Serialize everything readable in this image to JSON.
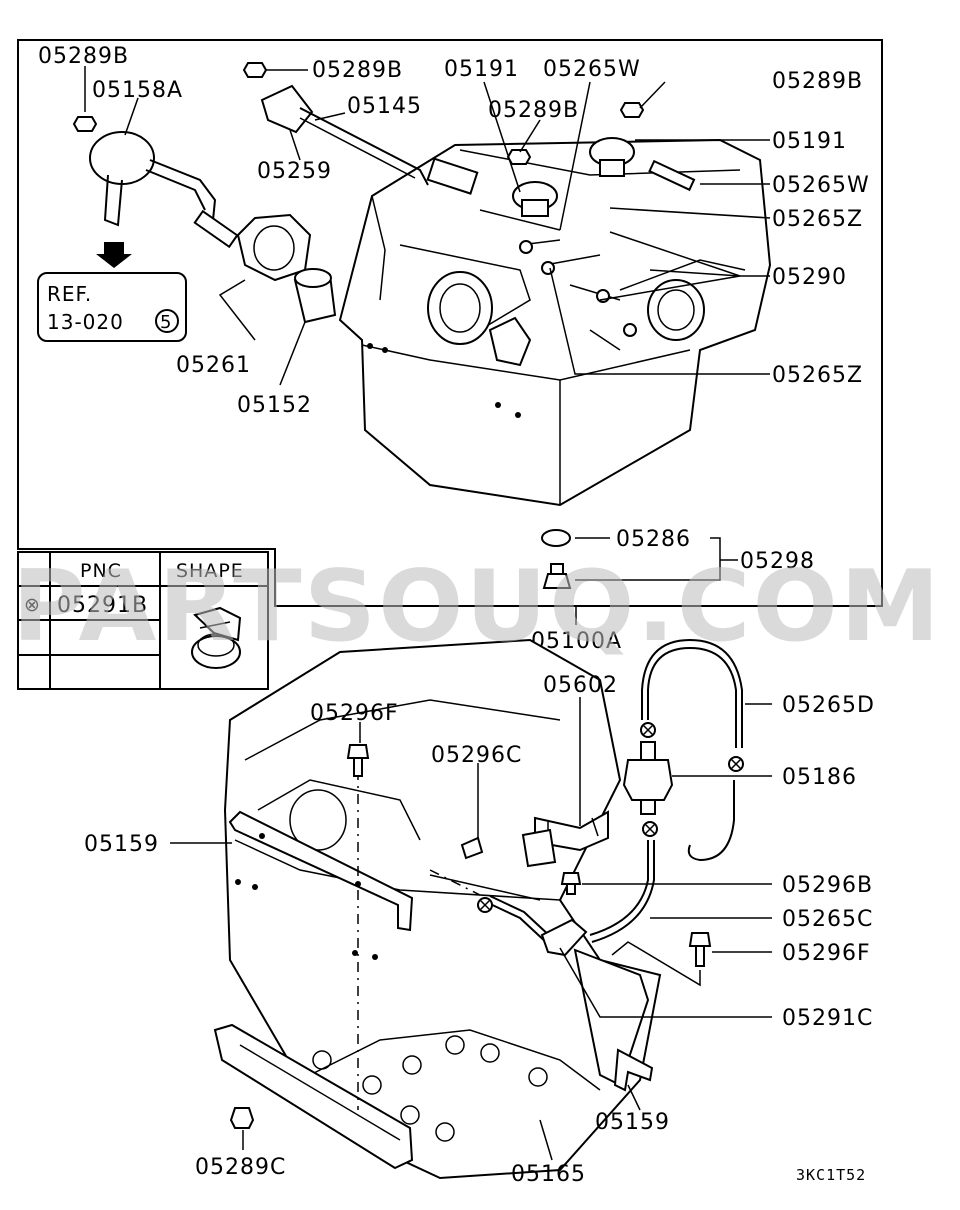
{
  "diagram_code": "3KC1T52",
  "watermark": "PARTSOUQ.COM",
  "reference": {
    "line1": "REF.",
    "line2": "13-020",
    "circled": "5"
  },
  "legend": {
    "header_pnc": "PNC",
    "header_shape": "SHAPE",
    "symbol": "⊗",
    "pnc": "05291B"
  },
  "labels": [
    {
      "id": "l-05289b-1",
      "text": "05289B"
    },
    {
      "id": "l-05158a",
      "text": "05158A"
    },
    {
      "id": "l-05289b-2",
      "text": "05289B"
    },
    {
      "id": "l-05145",
      "text": "05145"
    },
    {
      "id": "l-05259",
      "text": "05259"
    },
    {
      "id": "l-05191-1",
      "text": "05191"
    },
    {
      "id": "l-05265w-1",
      "text": "05265W"
    },
    {
      "id": "l-05289b-3",
      "text": "05289B"
    },
    {
      "id": "l-05289b-4",
      "text": "05289B"
    },
    {
      "id": "l-05191-2",
      "text": "05191"
    },
    {
      "id": "l-05265w-2",
      "text": "05265W"
    },
    {
      "id": "l-05265z-1",
      "text": "05265Z"
    },
    {
      "id": "l-05290",
      "text": "05290"
    },
    {
      "id": "l-05265z-2",
      "text": "05265Z"
    },
    {
      "id": "l-05261",
      "text": "05261"
    },
    {
      "id": "l-05152",
      "text": "05152"
    },
    {
      "id": "l-05286",
      "text": "05286"
    },
    {
      "id": "l-05298",
      "text": "05298"
    },
    {
      "id": "l-05100a",
      "text": "05100A"
    },
    {
      "id": "l-05602",
      "text": "05602"
    },
    {
      "id": "l-05265d",
      "text": "05265D"
    },
    {
      "id": "l-05296f-1",
      "text": "05296F"
    },
    {
      "id": "l-05296c",
      "text": "05296C"
    },
    {
      "id": "l-05186",
      "text": "05186"
    },
    {
      "id": "l-05159-1",
      "text": "05159"
    },
    {
      "id": "l-05296b",
      "text": "05296B"
    },
    {
      "id": "l-05265c",
      "text": "05265C"
    },
    {
      "id": "l-05296f-2",
      "text": "05296F"
    },
    {
      "id": "l-05291c",
      "text": "05291C"
    },
    {
      "id": "l-05159-2",
      "text": "05159"
    },
    {
      "id": "l-05289c",
      "text": "05289C"
    },
    {
      "id": "l-05165",
      "text": "05165"
    }
  ]
}
